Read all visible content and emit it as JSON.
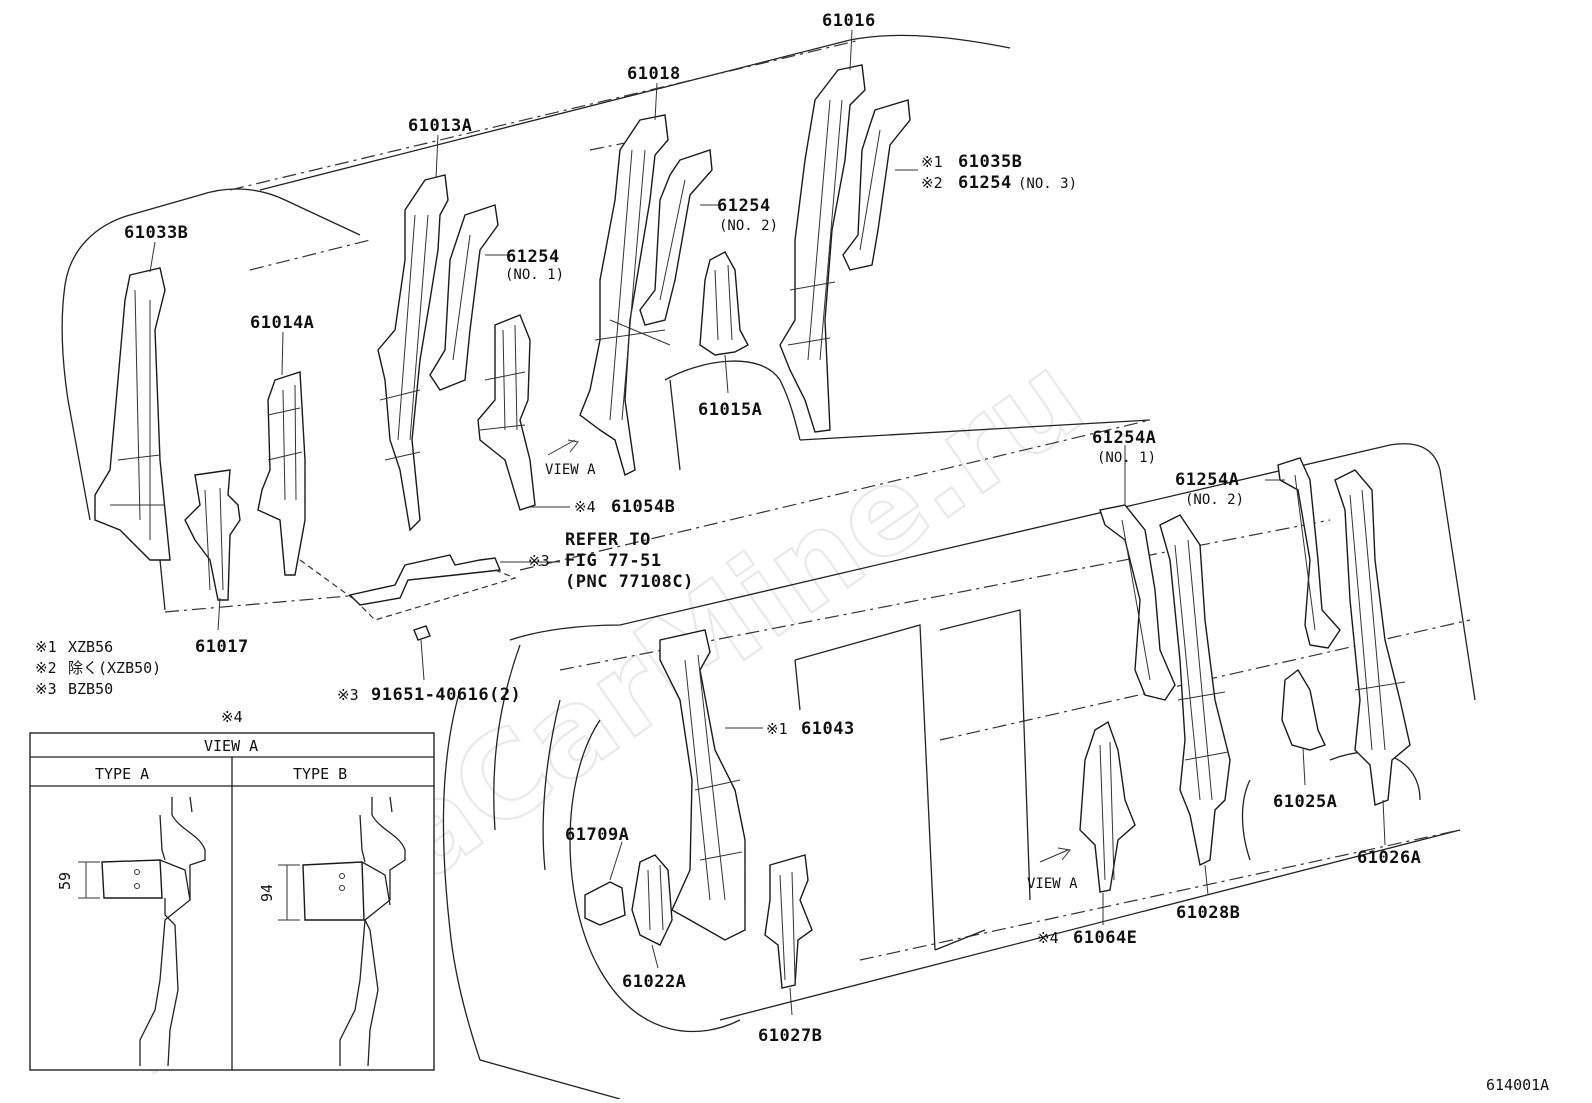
{
  "watermark": "ToyotaCarMine.ru",
  "diagram_code": "614001A",
  "labels": {
    "p61016": "61016",
    "p61018": "61018",
    "p61013A": "61013A",
    "p61033B": "61033B",
    "p61014A": "61014A",
    "p61017": "61017",
    "p61015A": "61015A",
    "p61254_no1": "61254",
    "p61254_no1_sub": "(NO. 1)",
    "p61254_no2": "61254",
    "p61254_no2_sub": "(NO. 2)",
    "p61035B_mark": "※1",
    "p61035B": "61035B",
    "p61254_no3_mark": "※2",
    "p61254_no3": "61254",
    "p61254_no3_sub": "(NO. 3)",
    "view_a_1": "VIEW A",
    "p61054B_mark": "※4",
    "p61054B": "61054B",
    "refer_mark": "※3",
    "refer_line1": "REFER TO",
    "refer_line2": "FIG 77-51",
    "refer_line3": "(PNC 77108C)",
    "bolt_mark": "※3",
    "bolt": "91651-40616(2)",
    "p61043_mark": "※1",
    "p61043": "61043",
    "p61709A": "61709A",
    "p61022A": "61022A",
    "p61027B": "61027B",
    "p61254A_no1": "61254A",
    "p61254A_no1_sub": "(NO. 1)",
    "p61254A_no2": "61254A",
    "p61254A_no2_sub": "(NO. 2)",
    "p61025A": "61025A",
    "p61026A": "61026A",
    "p61028B": "61028B",
    "view_a_2": "VIEW A",
    "p61064E_mark": "※4",
    "p61064E": "61064E"
  },
  "legend": [
    {
      "mark": "※1",
      "text": "XZB56"
    },
    {
      "mark": "※2",
      "text": "除く(XZB50)"
    },
    {
      "mark": "※3",
      "text": "BZB50"
    }
  ],
  "inset": {
    "mark": "※4",
    "title": "VIEW A",
    "type_a": "TYPE   A",
    "type_b": "TYPE   B",
    "dim_a": "59",
    "dim_b": "94"
  }
}
